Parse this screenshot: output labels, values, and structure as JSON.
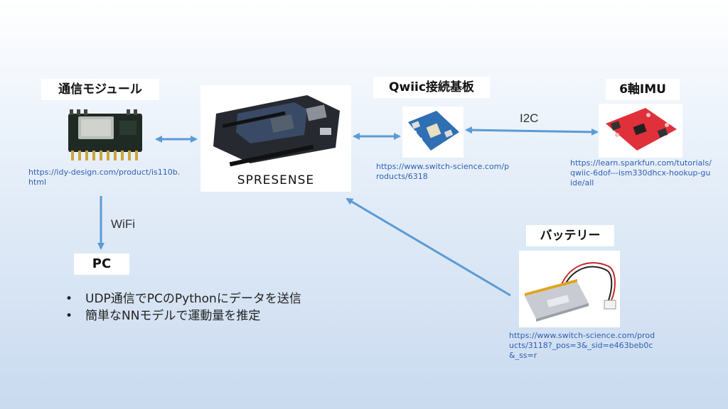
{
  "nodes": {
    "comm": {
      "label": "通信モジュール",
      "url": "https://idy-design.com/product/is110b.html"
    },
    "spresense": {
      "label": "SPRESENSE"
    },
    "qwiic": {
      "label": "Qwiic接続基板",
      "url": "https://www.switch-science.com/products/6318"
    },
    "imu": {
      "label": "6軸IMU",
      "url": "https://learn.sparkfun.com/tutorials/qwiic-6dof---ism330dhcx-hookup-guide/all"
    },
    "battery": {
      "label": "バッテリー",
      "url": "https://www.switch-science.com/products/3118?_pos=3&_sid=e463beb0c&_ss=r"
    },
    "pc": {
      "label": "PC"
    }
  },
  "edges": {
    "i2c": "I2C",
    "wifi": "WiFi"
  },
  "bullets": [
    "UDP通信でPCのPythonにデータを送信",
    "簡単なNNモデルで運動量を推定"
  ],
  "colors": {
    "arrow": "#5b9bd5",
    "link": "#2f5fb3"
  }
}
